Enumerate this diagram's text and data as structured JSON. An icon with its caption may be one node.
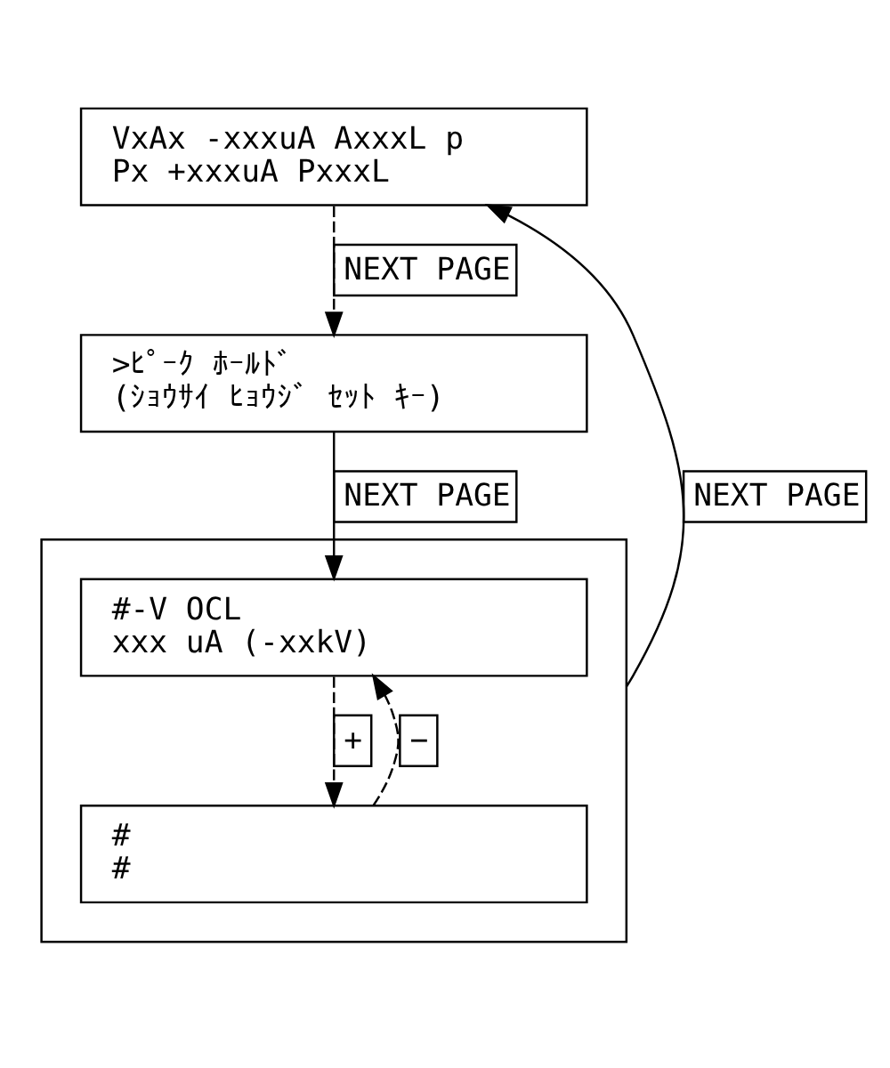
{
  "diagram": {
    "nodes": [
      {
        "text": [
          "VxAx -xxxuA AxxxL p",
          "Px +xxxuA PxxxL"
        ]
      },
      {
        "text": [
          ">ﾋﾟｰｸ ﾎｰﾙﾄﾞ",
          "(ｼｮｳｻｲ ﾋｮｳｼﾞ ｾｯﾄ ｷｰ)"
        ]
      },
      {
        "text": [],
        "shape": "box"
      },
      {
        "text": [
          "#-V OCL",
          "xxx uA (-xxkV)"
        ],
        "in": 2
      },
      {
        "text": [
          "#",
          "#"
        ],
        "in": 2
      }
    ],
    "edges": [
      {
        "from": 0,
        "to": 1,
        "arrow": "to",
        "label": "NEXT PAGE",
        "style": "dashed"
      },
      {
        "from": 1,
        "to": 3,
        "arrow": "to",
        "label": "NEXT PAGE"
      },
      {
        "from": 2,
        "to": 0,
        "arrow": "to",
        "label": "NEXT PAGE"
      },
      {
        "from": 3,
        "to": 4,
        "arrow": "to",
        "label": "+",
        "style": "dashed"
      },
      {
        "from": 4,
        "to": 3,
        "arrow": "to",
        "label": "−",
        "style": "dashed"
      }
    ]
  }
}
